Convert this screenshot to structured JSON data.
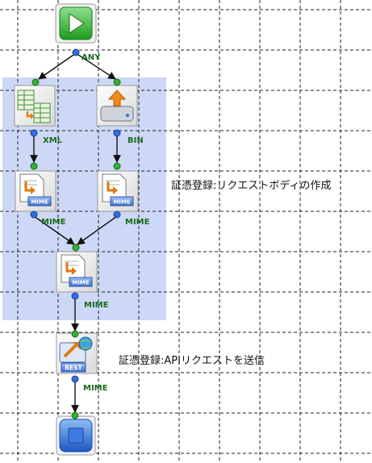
{
  "notes": {
    "build_body": "証憑登録:リクエストボディの作成",
    "send_request": "証憑登録:APIリクエストを送信"
  },
  "ports": {
    "start_out": "ANY",
    "xml": "XML",
    "bin": "BIN",
    "mime_left": "MIME",
    "mime_right": "MIME",
    "merge_out": "MIME",
    "rest_out": "MIME"
  },
  "badges": {
    "mime1": "MIME",
    "mime2": "MIME",
    "mime3": "MIME",
    "rest": "REST"
  },
  "colors": {
    "group_fill": "#cdd8f7",
    "grid_line": "#222222",
    "port_blue": "#2f6fe0",
    "port_green": "#35b035",
    "label_green": "#1a6b1a",
    "start_green": "#3ab83a",
    "stop_blue": "#2a6fd6"
  },
  "icons": {
    "start": "play-icon",
    "xml": "xml-map-icon",
    "bin": "upload-icon",
    "mime": "mime-document-icon",
    "rest": "rest-api-icon",
    "stop": "stop-icon"
  }
}
